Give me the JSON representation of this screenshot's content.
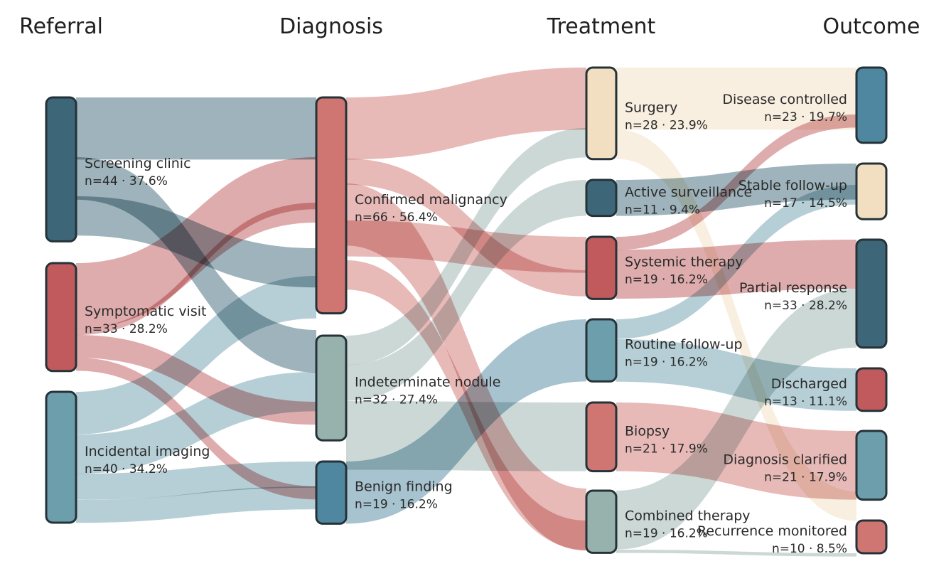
{
  "stages": [
    "Referral",
    "Diagnosis",
    "Treatment",
    "Outcome"
  ],
  "colors": {
    "dark_teal": "#3d6778",
    "red": "#c05a5c",
    "teal": "#6d9eab",
    "salmon": "#cf7672",
    "sage": "#97b2ad",
    "blue": "#4f87a0",
    "beige": "#f2dfc1",
    "ink": "#253238"
  },
  "nodes": [
    {
      "id": "screening",
      "stage": 0,
      "name": "Screening clinic",
      "count": "n=44 · 37.6%",
      "value": 44,
      "color": "#3d6778"
    },
    {
      "id": "symptomatic",
      "stage": 0,
      "name": "Symptomatic visit",
      "count": "n=33 · 28.2%",
      "value": 33,
      "color": "#c05a5c"
    },
    {
      "id": "incidental",
      "stage": 0,
      "name": "Incidental imaging",
      "count": "n=40 · 34.2%",
      "value": 40,
      "color": "#6d9eab"
    },
    {
      "id": "malignancy",
      "stage": 1,
      "name": "Confirmed malignancy",
      "count": "n=66 · 56.4%",
      "value": 66,
      "color": "#cf7672"
    },
    {
      "id": "indeterminate",
      "stage": 1,
      "name": "Indeterminate nodule",
      "count": "n=32 · 27.4%",
      "value": 32,
      "color": "#97b2ad"
    },
    {
      "id": "benign",
      "stage": 1,
      "name": "Benign finding",
      "count": "n=19 · 16.2%",
      "value": 19,
      "color": "#4f87a0"
    },
    {
      "id": "surgery",
      "stage": 2,
      "name": "Surgery",
      "count": "n=28 · 23.9%",
      "value": 28,
      "color": "#f2dfc1"
    },
    {
      "id": "active",
      "stage": 2,
      "name": "Active surveillance",
      "count": "n=11 · 9.4%",
      "value": 11,
      "color": "#3d6778"
    },
    {
      "id": "systemic",
      "stage": 2,
      "name": "Systemic therapy",
      "count": "n=19 · 16.2%",
      "value": 19,
      "color": "#c05a5c"
    },
    {
      "id": "routine",
      "stage": 2,
      "name": "Routine follow-up",
      "count": "n=19 · 16.2%",
      "value": 19,
      "color": "#6d9eab"
    },
    {
      "id": "biopsy",
      "stage": 2,
      "name": "Biopsy",
      "count": "n=21 · 17.9%",
      "value": 21,
      "color": "#cf7672"
    },
    {
      "id": "combined",
      "stage": 2,
      "name": "Combined therapy",
      "count": "n=19 · 16.2%",
      "value": 19,
      "color": "#97b2ad"
    },
    {
      "id": "controlled",
      "stage": 3,
      "name": "Disease controlled",
      "count": "n=23 · 19.7%",
      "value": 23,
      "color": "#4f87a0"
    },
    {
      "id": "stable",
      "stage": 3,
      "name": "Stable follow-up",
      "count": "n=17 · 14.5%",
      "value": 17,
      "color": "#f2dfc1"
    },
    {
      "id": "partial",
      "stage": 3,
      "name": "Partial response",
      "count": "n=33 · 28.2%",
      "value": 33,
      "color": "#3d6778"
    },
    {
      "id": "discharged",
      "stage": 3,
      "name": "Discharged",
      "count": "n=13 · 11.1%",
      "value": 13,
      "color": "#c05a5c"
    },
    {
      "id": "clarified",
      "stage": 3,
      "name": "Diagnosis clarified",
      "count": "n=21 · 17.9%",
      "value": 21,
      "color": "#6d9eab"
    },
    {
      "id": "recurrence",
      "stage": 3,
      "name": "Recurrence monitored",
      "count": "n=10 · 8.5%",
      "value": 10,
      "color": "#cf7672"
    }
  ],
  "links": [
    {
      "source": "screening",
      "target": "malignancy",
      "value": 19
    },
    {
      "source": "screening",
      "target": "indeterminate",
      "value": 13
    },
    {
      "source": "screening",
      "target": "malignancy",
      "value": 12
    },
    {
      "source": "symptomatic",
      "target": "malignancy",
      "value": 20
    },
    {
      "source": "symptomatic",
      "target": "malignancy",
      "value": 2
    },
    {
      "source": "symptomatic",
      "target": "indeterminate",
      "value": 7
    },
    {
      "source": "symptomatic",
      "target": "benign",
      "value": 4
    },
    {
      "source": "incidental",
      "target": "malignancy",
      "value": 13
    },
    {
      "source": "incidental",
      "target": "indeterminate",
      "value": 12
    },
    {
      "source": "incidental",
      "target": "benign",
      "value": 8
    },
    {
      "source": "incidental",
      "target": "benign",
      "value": 7
    },
    {
      "source": "malignancy",
      "target": "surgery",
      "value": 19
    },
    {
      "source": "malignancy",
      "target": "systemic",
      "value": 8
    },
    {
      "source": "malignancy",
      "target": "combined",
      "value": 19
    },
    {
      "source": "malignancy",
      "target": "systemic",
      "value": 11
    },
    {
      "source": "malignancy",
      "target": "combined",
      "value": 9
    },
    {
      "source": "indeterminate",
      "target": "surgery",
      "value": 9
    },
    {
      "source": "indeterminate",
      "target": "active",
      "value": 11
    },
    {
      "source": "indeterminate",
      "target": "biopsy",
      "value": 21
    },
    {
      "source": "benign",
      "target": "routine",
      "value": 10
    },
    {
      "source": "benign",
      "target": "routine",
      "value": 9
    },
    {
      "source": "surgery",
      "target": "controlled",
      "value": 19
    },
    {
      "source": "surgery",
      "target": "recurrence",
      "value": 9
    },
    {
      "source": "active",
      "target": "stable",
      "value": 11
    },
    {
      "source": "systemic",
      "target": "controlled",
      "value": 4
    },
    {
      "source": "systemic",
      "target": "partial",
      "value": 15
    },
    {
      "source": "routine",
      "target": "stable",
      "value": 6
    },
    {
      "source": "routine",
      "target": "discharged",
      "value": 13
    },
    {
      "source": "biopsy",
      "target": "clarified",
      "value": 21
    },
    {
      "source": "combined",
      "target": "partial",
      "value": 18
    },
    {
      "source": "combined",
      "target": "recurrence",
      "value": 1
    }
  ]
}
